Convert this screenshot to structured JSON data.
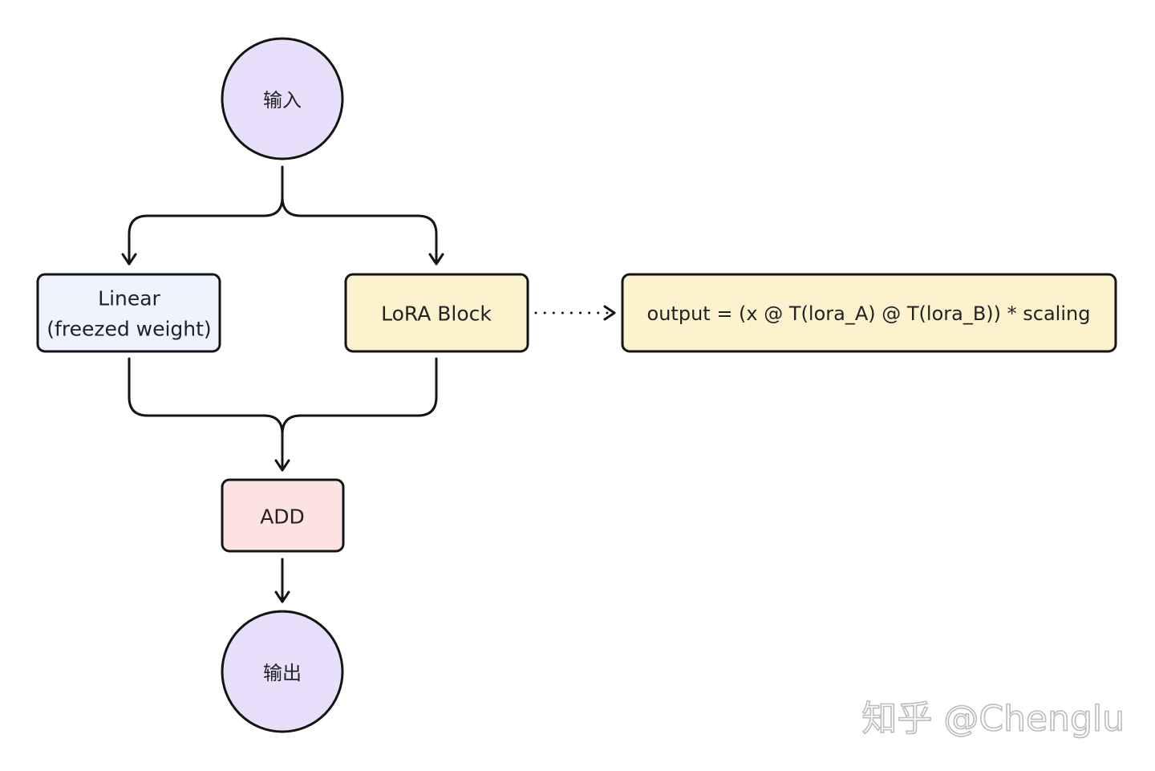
{
  "nodes": {
    "input": {
      "label": "输入",
      "fill": "#e8e0fb"
    },
    "linear": {
      "line1": "Linear",
      "line2": "(freezed weight)",
      "fill": "#eef3fe"
    },
    "lora": {
      "label": "LoRA Block",
      "fill": "#fcf2cd"
    },
    "formula": {
      "label": "output = (x @ T(lora_A) @ T(lora_B)) * scaling",
      "fill": "#fcf2cd"
    },
    "add": {
      "label": "ADD",
      "fill": "#fde2e2"
    },
    "output": {
      "label": "输出",
      "fill": "#e8e0fb"
    }
  },
  "colors": {
    "stroke": "#141414",
    "text": "#222222",
    "background": "#ffffff"
  },
  "watermark": {
    "text": "知乎 @Chenglu"
  }
}
